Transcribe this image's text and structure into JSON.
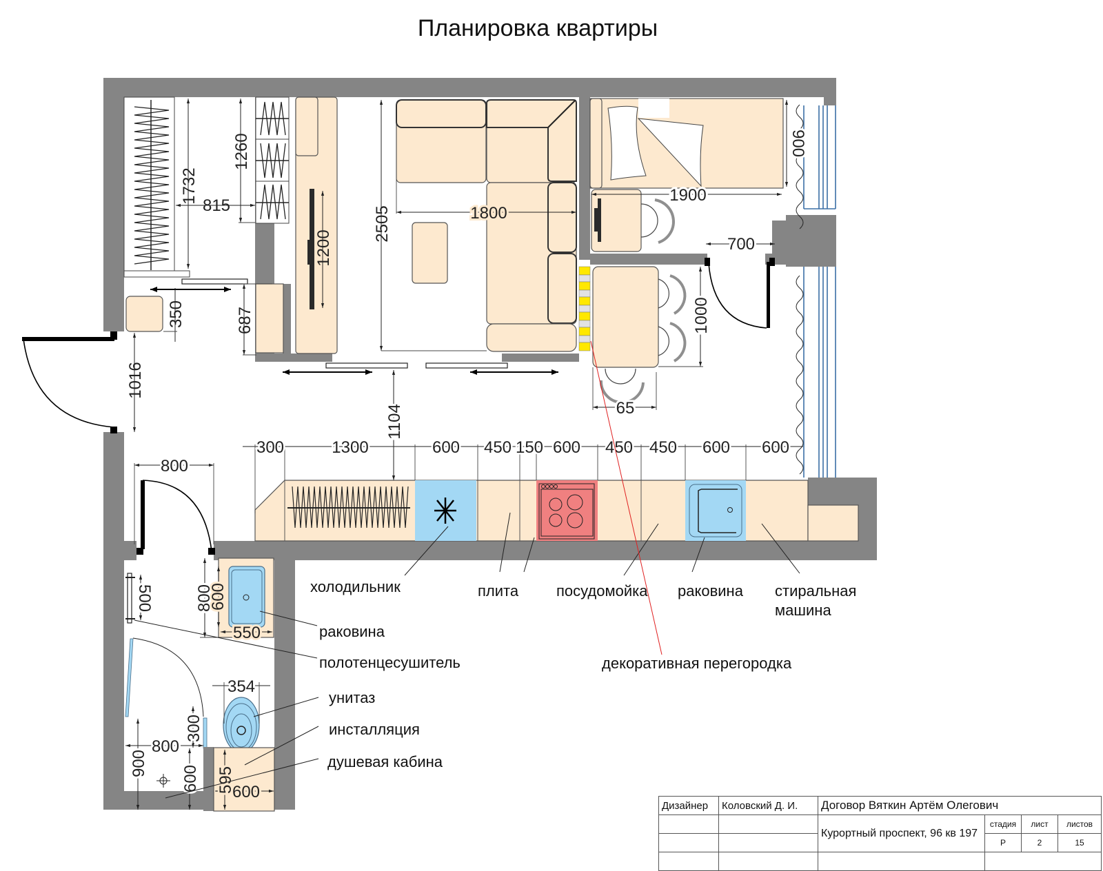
{
  "title": "Планировка квартиры",
  "colors": {
    "wall": "#858585",
    "furniture": "#fde9cf",
    "fixture_blue": "#a3d8f4",
    "stove": "#f08080",
    "partition_yellow": "#ffe800",
    "window": "#3a6ea5",
    "leader_red": "#e02020"
  },
  "dimensions": {
    "wardrobe_height": "1732",
    "wardrobe_width": "815",
    "shelf_height": "1260",
    "tv_width": "1200",
    "sofa_depth": "2505",
    "sofa_width": "1800",
    "bed_length": "1900",
    "bed_width": "900",
    "balcony_door": "700",
    "table_length": "1000",
    "chair_offset": "65",
    "pouf": "350",
    "cabinet": "687",
    "entry_door": "1016",
    "passage": "1104",
    "bath_door": "800",
    "kitchen": [
      "300",
      "1300",
      "600",
      "450",
      "150",
      "600",
      "450",
      "450",
      "600",
      "600"
    ],
    "towel_rail": "500",
    "sink_depth_outer": "800",
    "sink_depth_inner": "600",
    "sink_width": "550",
    "toilet_width": "354",
    "shower_door": "300",
    "shower_width": "800",
    "shower_depth": "900",
    "shower_lower": "600",
    "install_depth": "595",
    "install_width": "600"
  },
  "labels": {
    "fridge": "холодильник",
    "stove": "плита",
    "dishwasher": "посудомойка",
    "kitchen_sink": "раковина",
    "washer_line1": "стиральная",
    "washer_line2": "машина",
    "partition": "декоративная перегородка",
    "bath_sink": "раковина",
    "towel_dryer": "полотенцесушитель",
    "toilet": "унитаз",
    "installation": "инсталляция",
    "shower": "душевая кабина"
  },
  "stamp": {
    "designer_label": "Дизайнер",
    "designer_name": "Коловский Д. И.",
    "contract": "Договор  Вяткин Артём Олегович",
    "address": "Курортный проспект, 96 кв 197",
    "stage_label": "стадия",
    "sheet_label": "лист",
    "sheets_label": "листов",
    "stage_value": "Р",
    "sheet_value": "2",
    "sheets_value": "15"
  }
}
